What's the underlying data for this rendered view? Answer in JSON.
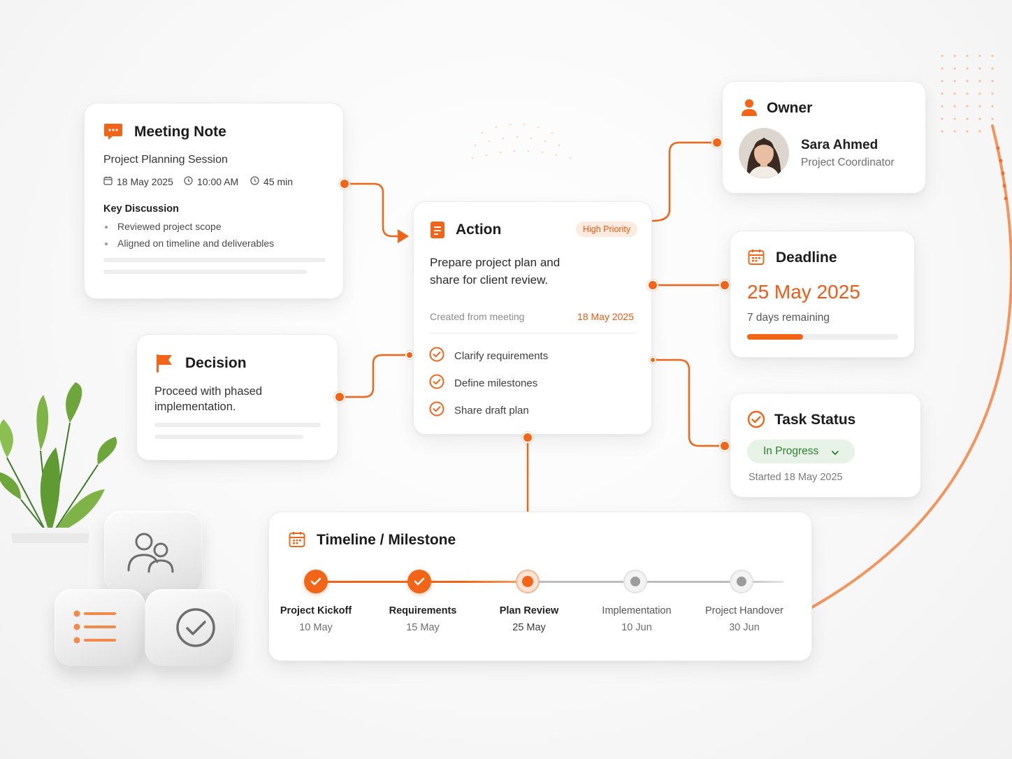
{
  "colors": {
    "accent": "#f26519",
    "success": "#2e7d32",
    "success_bg": "#e8f5e9"
  },
  "meeting_note": {
    "title": "Meeting Note",
    "subtitle": "Project Planning Session",
    "date": "18 May 2025",
    "time": "10:00 AM",
    "duration": "45 min",
    "discussion_heading": "Key Discussion",
    "discussion_items": [
      "Reviewed project scope",
      "Aligned on timeline and deliverables"
    ],
    "icon": "chat-bubble-icon"
  },
  "action": {
    "title": "Action",
    "priority_badge": "High Priority",
    "description": "Prepare project plan and share for client review.",
    "created_label": "Created from meeting",
    "created_date": "18 May 2025",
    "checklist": [
      "Clarify requirements",
      "Define milestones",
      "Share draft plan"
    ],
    "icon": "document-icon"
  },
  "decision": {
    "title": "Decision",
    "text": "Proceed with phased implementation.",
    "icon": "flag-icon"
  },
  "owner": {
    "title": "Owner",
    "name": "Sara Ahmed",
    "role": "Project Coordinator",
    "icon": "person-icon"
  },
  "deadline": {
    "title": "Deadline",
    "date": "25 May 2025",
    "remaining": "7 days remaining",
    "progress": 0.37,
    "icon": "calendar-icon"
  },
  "task_status": {
    "title": "Task Status",
    "status": "In Progress",
    "started": "Started 18 May 2025",
    "icon": "check-circle-icon"
  },
  "timeline": {
    "title": "Timeline / Milestone",
    "icon": "calendar-icon",
    "milestones": [
      {
        "name": "Project Kickoff",
        "date": "10 May",
        "state": "done"
      },
      {
        "name": "Requirements",
        "date": "15 May",
        "state": "done"
      },
      {
        "name": "Plan Review",
        "date": "25 May",
        "state": "current"
      },
      {
        "name": "Implementation",
        "date": "10 Jun",
        "state": "upcoming"
      },
      {
        "name": "Project Handover",
        "date": "30 Jun",
        "state": "upcoming"
      }
    ]
  }
}
